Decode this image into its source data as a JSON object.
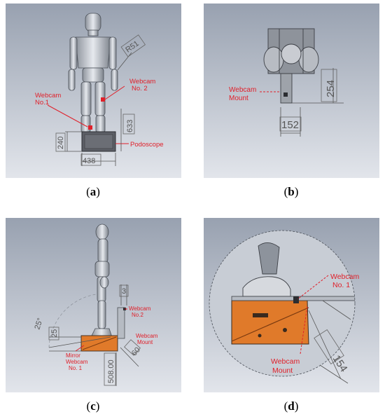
{
  "panels": {
    "a": {
      "label": "a",
      "annotations": {
        "webcam1": [
          "Webcam",
          "No.1"
        ],
        "webcam2": [
          "Webcam",
          "No. 2"
        ],
        "podoscope": "Podoscope"
      },
      "dimensions": {
        "r51": "R51",
        "d633": "633",
        "d240": "240",
        "d438": "438"
      }
    },
    "b": {
      "label": "b",
      "annotations": {
        "mount": [
          "Webcam",
          "Mount"
        ]
      },
      "dimensions": {
        "d254": "254",
        "d152": "152"
      }
    },
    "c": {
      "label": "c",
      "annotations": {
        "webcam2": [
          "Webcam",
          "No.2"
        ],
        "mount": [
          "Webcam",
          "Mount"
        ],
        "mirror": [
          "Mirror",
          "Webcam",
          "No. 1"
        ]
      },
      "dimensions": {
        "d3": "3",
        "d25deg": "25°",
        "d25": "25",
        "d60": "60",
        "d508": "508.00"
      }
    },
    "d": {
      "label": "d",
      "annotations": {
        "webcam1": [
          "Webcam",
          "No. 1"
        ],
        "mount": [
          "Webcam",
          "Mount"
        ]
      },
      "dimensions": {
        "d154": "154"
      }
    }
  },
  "colors": {
    "background_top": "#9aa3b2",
    "background_bottom": "#dfe3ea",
    "annotation": "#e0202a",
    "orange_part": "#e07a2a",
    "metal": "#c7ccd3"
  }
}
